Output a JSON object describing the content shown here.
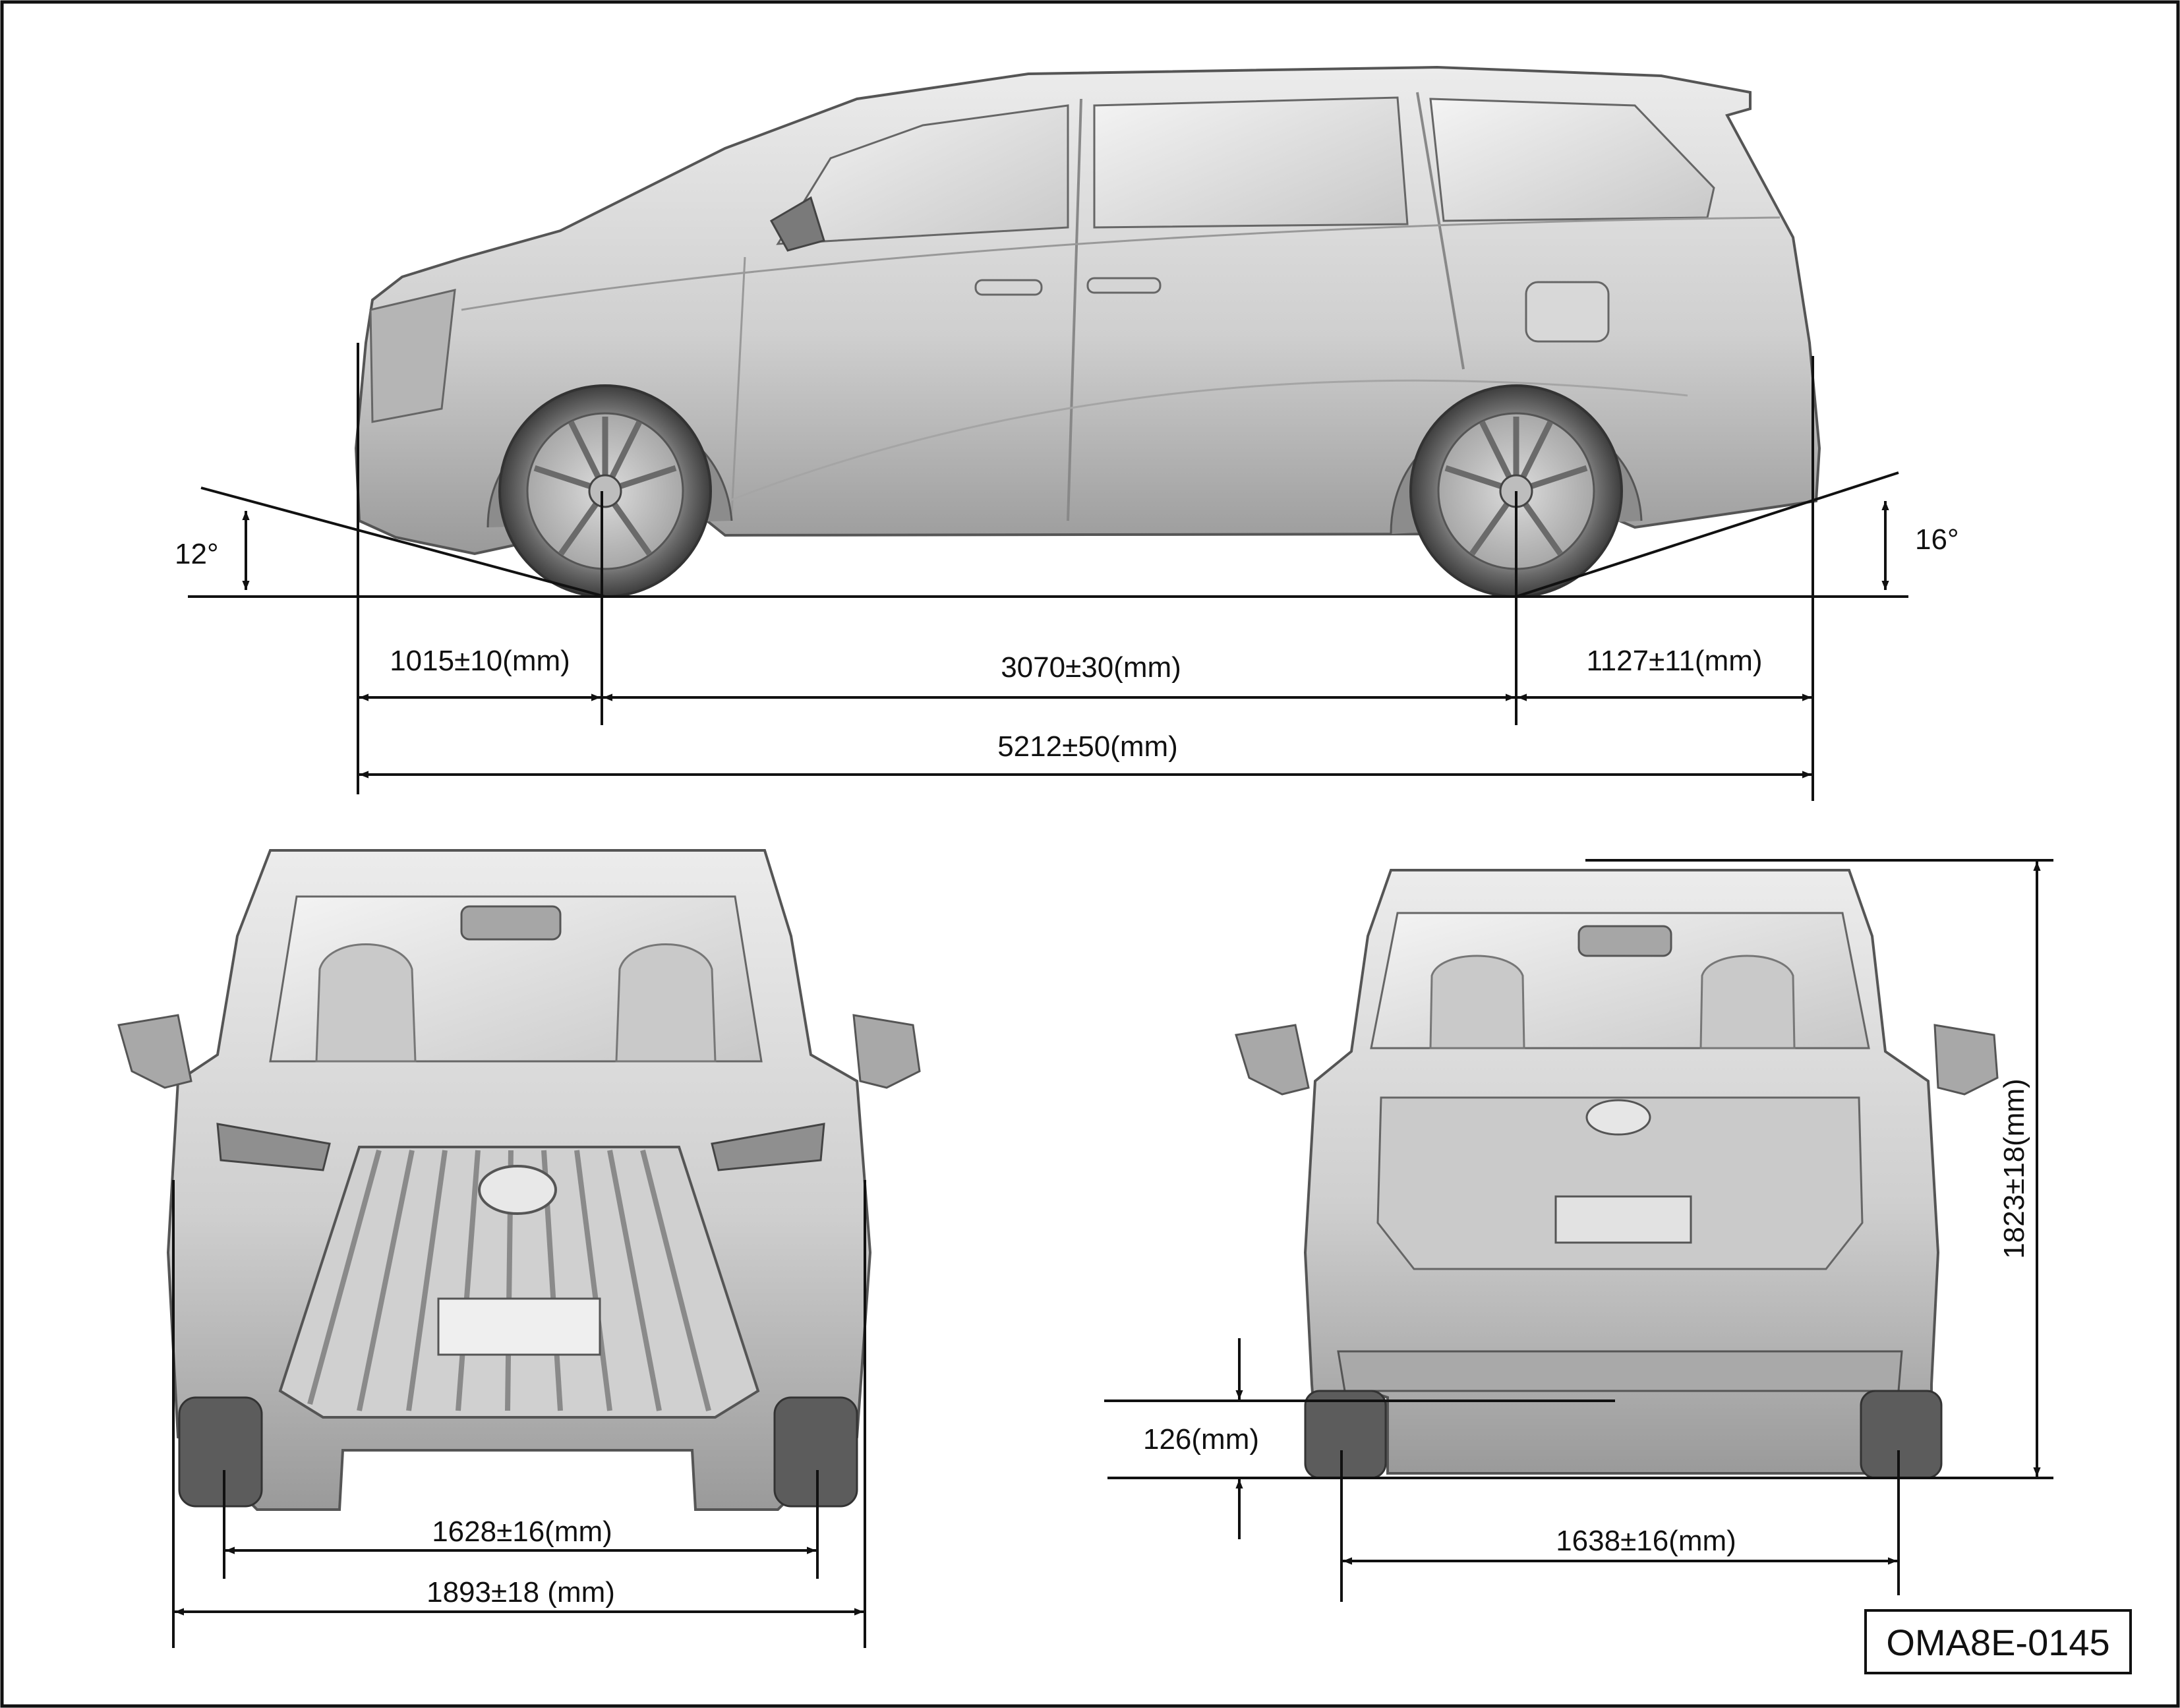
{
  "side_view": {
    "approach_angle": "12°",
    "departure_angle": "16°",
    "front_overhang": "1015±10(mm)",
    "wheelbase": "3070±30(mm)",
    "rear_overhang": "1127±11(mm)",
    "overall_length": "5212±50(mm)"
  },
  "front_view": {
    "front_track": "1628±16(mm)",
    "overall_width": "1893±18 (mm)"
  },
  "rear_view": {
    "ground_clearance": "126(mm)",
    "rear_track": "1638±16(mm)",
    "overall_height": "1823±18(mm)"
  },
  "figure_code": "OMA8E-0145",
  "colors": {
    "line": "#111111",
    "body_light": "#e6e6e6",
    "body_mid": "#bdbdbd",
    "body_dark": "#6e6e6e",
    "tire": "#3a3a3a"
  }
}
